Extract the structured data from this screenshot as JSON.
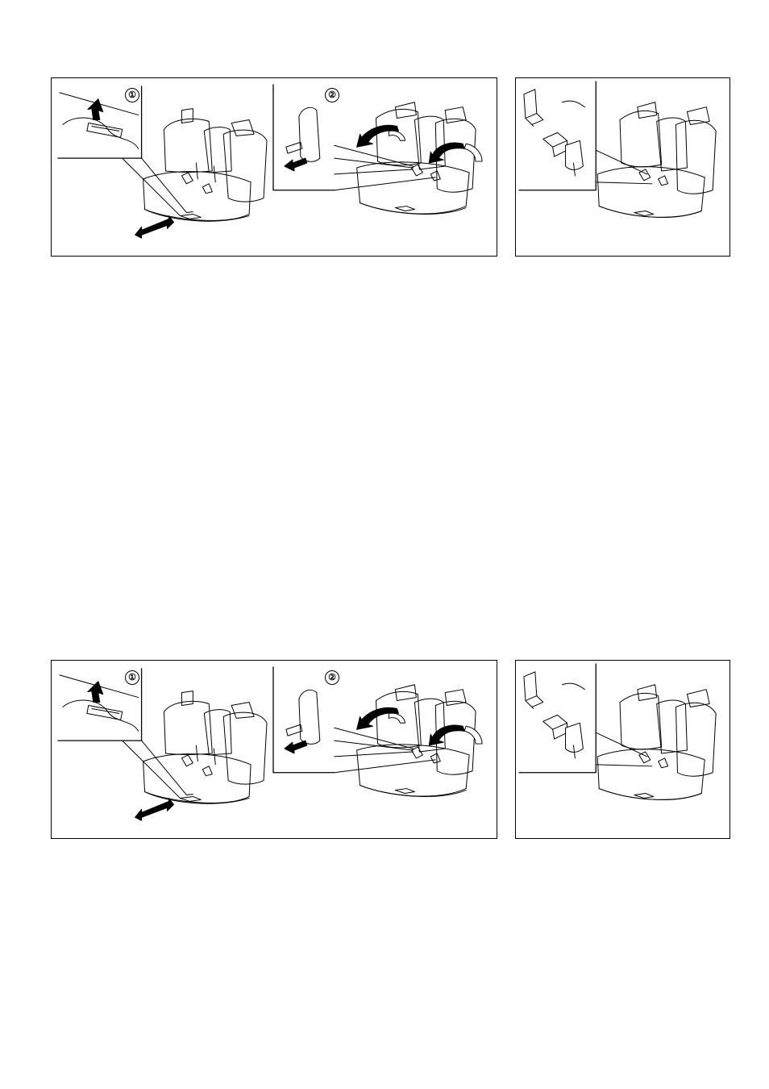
{
  "figure_sets": [
    {
      "main": {
        "callout_1": "①",
        "callout_2": "②"
      },
      "side": {}
    },
    {
      "main": {
        "callout_1": "①",
        "callout_2": "②"
      },
      "side": {}
    }
  ]
}
